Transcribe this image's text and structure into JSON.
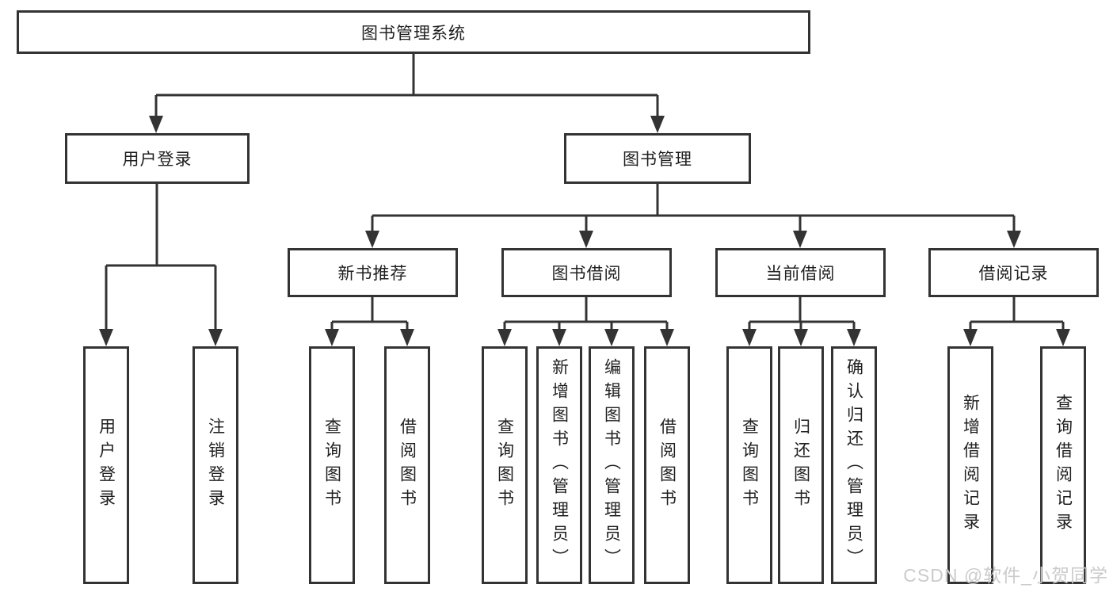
{
  "title": "图书管理系统",
  "level2": {
    "user_login": "用户登录",
    "book_mgmt": "图书管理"
  },
  "level3": {
    "new_book_rec": "新书推荐",
    "book_borrow": "图书借阅",
    "current_borrow": "当前借阅",
    "borrow_records": "借阅记录"
  },
  "leaves": {
    "user_login": "用户登录",
    "logout": "注销登录",
    "query_books_1": "查询图书",
    "borrow_books_1": "借阅图书",
    "query_books_2": "查询图书",
    "add_books_admin": "新增图书（管理员）",
    "edit_books_admin": "编辑图书（管理员）",
    "borrow_books_2": "借阅图书",
    "query_books_3": "查询图书",
    "return_books": "归还图书",
    "confirm_return_admin": "确认归还（管理员）",
    "add_borrow_record": "新增借阅记录",
    "query_borrow_record": "查询借阅记录"
  },
  "watermark": "CSDN @软件_小贺同学",
  "colors": {
    "line": "#333333",
    "box_border": "#333333",
    "text": "#1f1f1f",
    "watermark": "#cbcbcb",
    "background": "#ffffff"
  }
}
